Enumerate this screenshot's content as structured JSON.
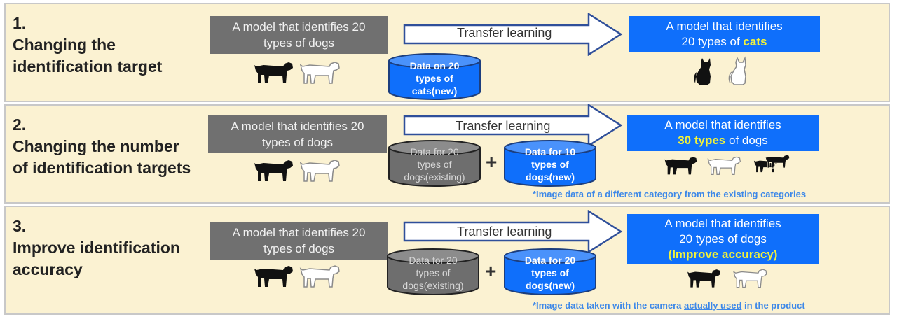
{
  "rows": [
    {
      "number": "1.",
      "heading_lines": [
        "Changing the",
        "identification target"
      ],
      "source_lines": [
        "A model that identifies 20",
        "types of dogs"
      ],
      "arrow_label": "Transfer learning",
      "data_new_lines": [
        "Data on 20",
        "types of",
        "cats(new)"
      ],
      "result_line1": "A model that identifies",
      "result_line2_before": "20 types of ",
      "result_line2_highlight": "cats",
      "icons": [
        "black-dog-icon",
        "white-dog-icon",
        "black-cat-icon",
        "white-cat-icon"
      ]
    },
    {
      "number": "2.",
      "heading_lines": [
        "Changing the number",
        "of identification targets"
      ],
      "source_lines": [
        "A model that identifies 20",
        "types of dogs"
      ],
      "arrow_label": "Transfer learning",
      "data_existing_lines": [
        "Data for 20",
        "types of",
        "dogs(existing)"
      ],
      "plus": "+",
      "data_new_lines": [
        "Data for 10",
        "types of",
        "dogs(new)"
      ],
      "result_line1": "A model that identifies",
      "result_line2_highlight": "30 types",
      "result_line2_after": " of dogs",
      "note": "*Image data of a different category from the existing categories",
      "icons": [
        "black-dog-icon",
        "white-dog-icon",
        "black-dog-icon",
        "white-dog-icon",
        "dog-pair-icon"
      ]
    },
    {
      "number": "3.",
      "heading_lines": [
        "Improve identification",
        "accuracy"
      ],
      "source_lines": [
        "A model that identifies 20",
        "types of dogs"
      ],
      "arrow_label": "Transfer learning",
      "data_existing_lines": [
        "Data for 20",
        "types of",
        "dogs(existing)"
      ],
      "plus": "+",
      "data_new_lines": [
        "Data for 20",
        "types of",
        "dogs(new)"
      ],
      "result_line1": "A model that identifies",
      "result_line2": "20 types of dogs",
      "result_line3_highlight": "(Improve accuracy)",
      "note_before": "*Image data taken with the camera ",
      "note_underlined": "actually used",
      "note_after": " in the product",
      "icons": [
        "black-dog-icon",
        "white-dog-icon",
        "black-dog-icon",
        "white-dog-icon"
      ]
    }
  ],
  "colors": {
    "panel_bg": "#fbf2d2",
    "grey_box": "#707070",
    "blue_box": "#0f6ffb",
    "highlight_yellow": "#f2f23a",
    "note_blue": "#3d88e8",
    "cylinder_new": "#0f6ffb",
    "cylinder_existing": "#6e6e6e"
  }
}
